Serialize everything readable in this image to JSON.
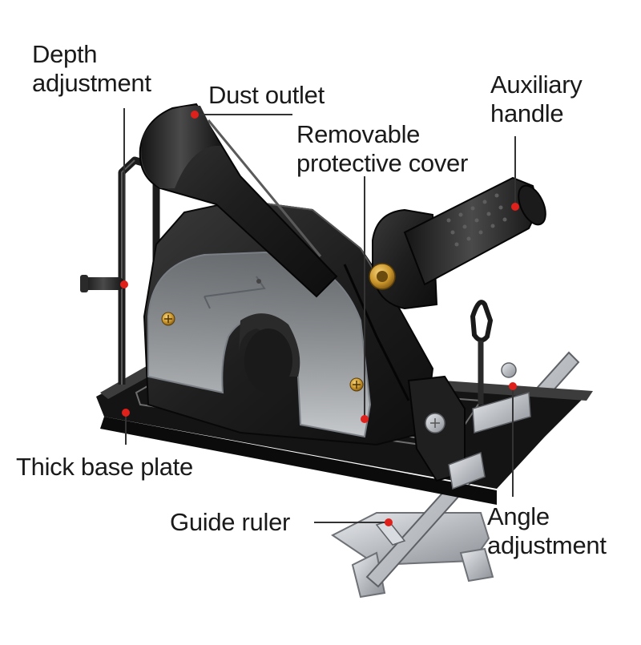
{
  "labels": {
    "depth_adjustment": [
      "Depth",
      "adjustment"
    ],
    "dust_outlet": "Dust outlet",
    "removable_cover": [
      "Removable",
      "protective cover"
    ],
    "auxiliary_handle": [
      "Auxiliary",
      "handle"
    ],
    "thick_base_plate": "Thick base plate",
    "guide_ruler": "Guide ruler",
    "angle_adjustment": [
      "Angle",
      "adjustment"
    ]
  },
  "colors": {
    "body": "#1e1e1e",
    "body_highlight": "#4a4a4a",
    "metal": "#c9ccd0",
    "brass": "#c9952a",
    "marker": "#e0201b",
    "leader_line": "#333333",
    "text": "#1a1a1a"
  },
  "icons": [
    "red-dot-marker-icon",
    "brass-nut-icon",
    "screw-icon"
  ]
}
